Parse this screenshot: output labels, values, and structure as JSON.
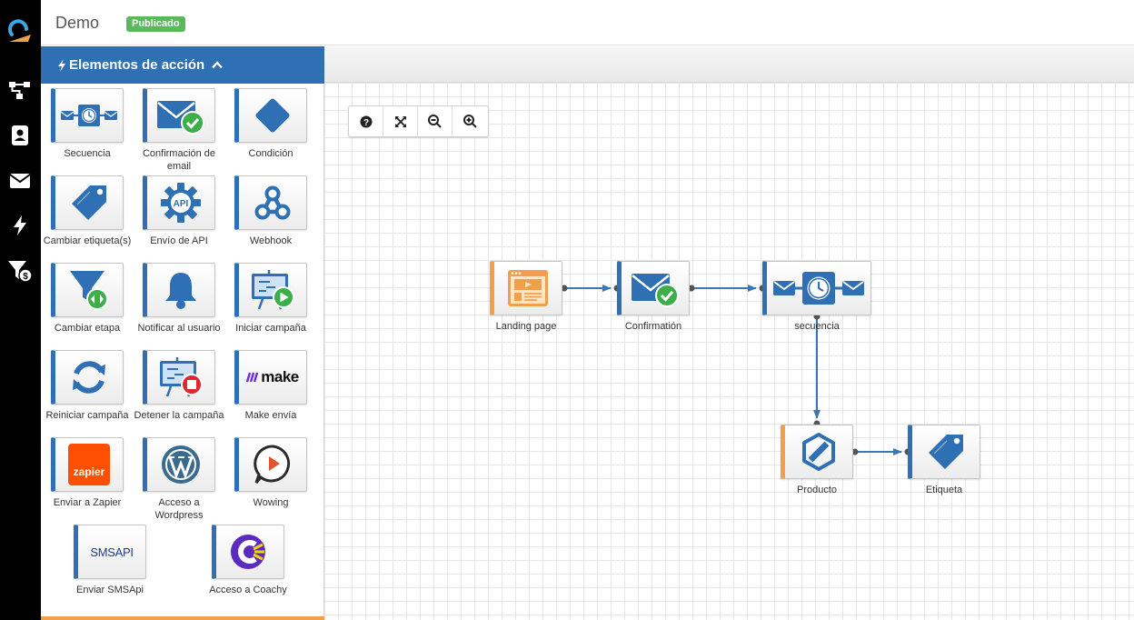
{
  "header": {
    "title": "Demo",
    "status_badge": "Publicado"
  },
  "rail": {
    "items": [
      "logo-icon",
      "flow-icon",
      "contacts-icon",
      "email-icon",
      "automation-icon",
      "funnel-money-icon"
    ]
  },
  "panel": {
    "title": "Elementos de acción",
    "tiles": [
      {
        "label": "Secuencia",
        "icon": "sequence-icon"
      },
      {
        "label": "Confirmación de email",
        "icon": "email-confirm-icon"
      },
      {
        "label": "Condición",
        "icon": "condition-icon"
      },
      {
        "label": "Cambiar etiqueta(s)",
        "icon": "tag-icon"
      },
      {
        "label": "Envío de API",
        "icon": "api-gear-icon"
      },
      {
        "label": "Webhook",
        "icon": "webhook-icon"
      },
      {
        "label": "Cambiar etapa",
        "icon": "funnel-stage-icon"
      },
      {
        "label": "Notificar al usuario",
        "icon": "bell-icon"
      },
      {
        "label": "Iniciar campaña",
        "icon": "campaign-start-icon"
      },
      {
        "label": "Reiniciar campaña",
        "icon": "refresh-icon"
      },
      {
        "label": "Detener la campaña",
        "icon": "campaign-stop-icon"
      },
      {
        "label": "Make envía",
        "icon": "make-logo-icon",
        "logo_text": "make"
      },
      {
        "label": "Enviar a Zapier",
        "icon": "zapier-logo-icon",
        "logo_text": "zapier"
      },
      {
        "label": "Acceso a Wordpress",
        "icon": "wordpress-logo-icon"
      },
      {
        "label": "Wowing",
        "icon": "wowing-logo-icon"
      },
      {
        "label": "Enviar SMSApi",
        "icon": "smsapi-logo-icon",
        "logo_text": "SMSAPI"
      },
      {
        "label": "Acceso a Coachy",
        "icon": "coachy-logo-icon"
      }
    ]
  },
  "zoombar": {
    "buttons": [
      "help-icon",
      "fit-screen-icon",
      "zoom-out-icon",
      "zoom-in-icon"
    ]
  },
  "flow": {
    "nodes": [
      {
        "label": "Landing page",
        "icon": "landing-page-icon"
      },
      {
        "label": "Confirmatión",
        "icon": "email-confirm-icon"
      },
      {
        "label": "secuencia",
        "icon": "sequence-icon"
      },
      {
        "label": "Producto",
        "icon": "product-icon"
      },
      {
        "label": "Etiqueta",
        "icon": "tag-icon"
      }
    ]
  },
  "colors": {
    "accent": "#2f6fb3",
    "orange": "#f0a04b",
    "success": "#5cb85c",
    "rail": "#000000"
  }
}
